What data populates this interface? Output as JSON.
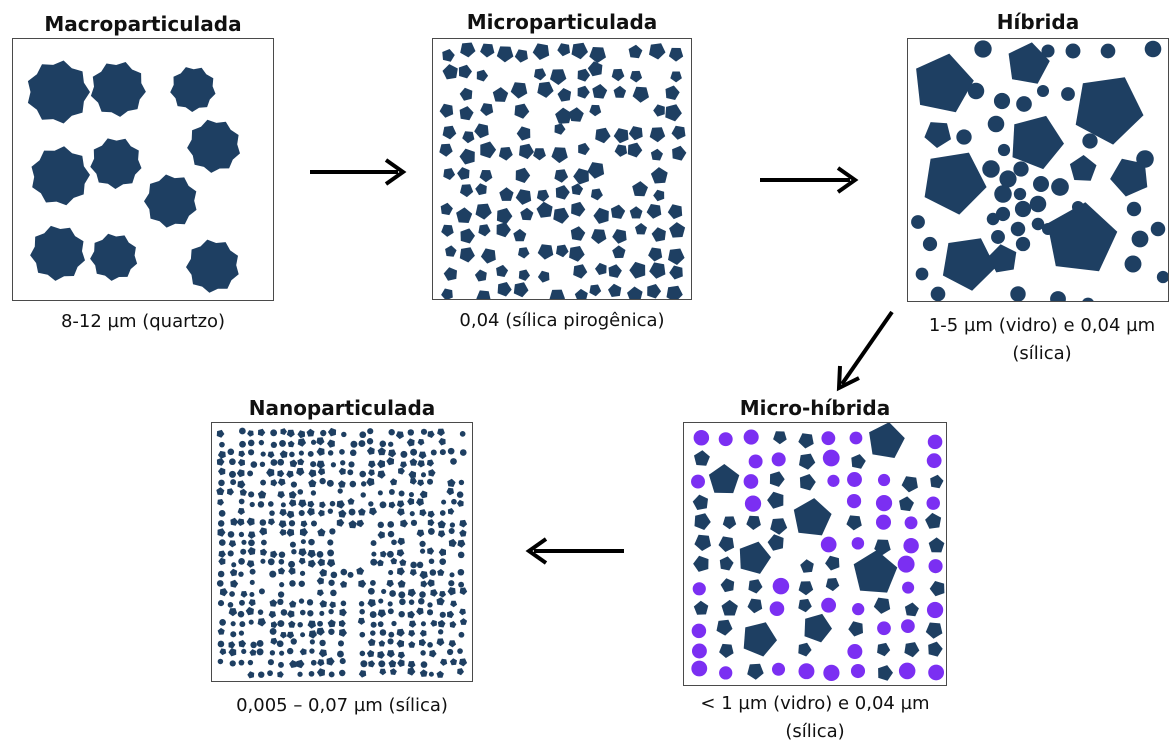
{
  "colors": {
    "particle": "#1e3f62",
    "accent": "#7b2ff2",
    "arrow": "#000000"
  },
  "panels": {
    "macro": {
      "title": "Macroparticulada",
      "caption": "8-12 µm (quartzo)"
    },
    "micro": {
      "title": "Microparticulada",
      "caption": "0,04  (sílica pirogênica)"
    },
    "hybrid": {
      "title": "Híbrida",
      "caption": "1-5 µm (vidro) e 0,04 µm (sílica)"
    },
    "microhybrid": {
      "title": "Micro-híbrida",
      "caption": "< 1 µm (vidro) e 0,04 µm (sílica)"
    },
    "nano": {
      "title": "Nanoparticulada",
      "caption": "0,005 – 0,07 µm (sílica)"
    }
  }
}
